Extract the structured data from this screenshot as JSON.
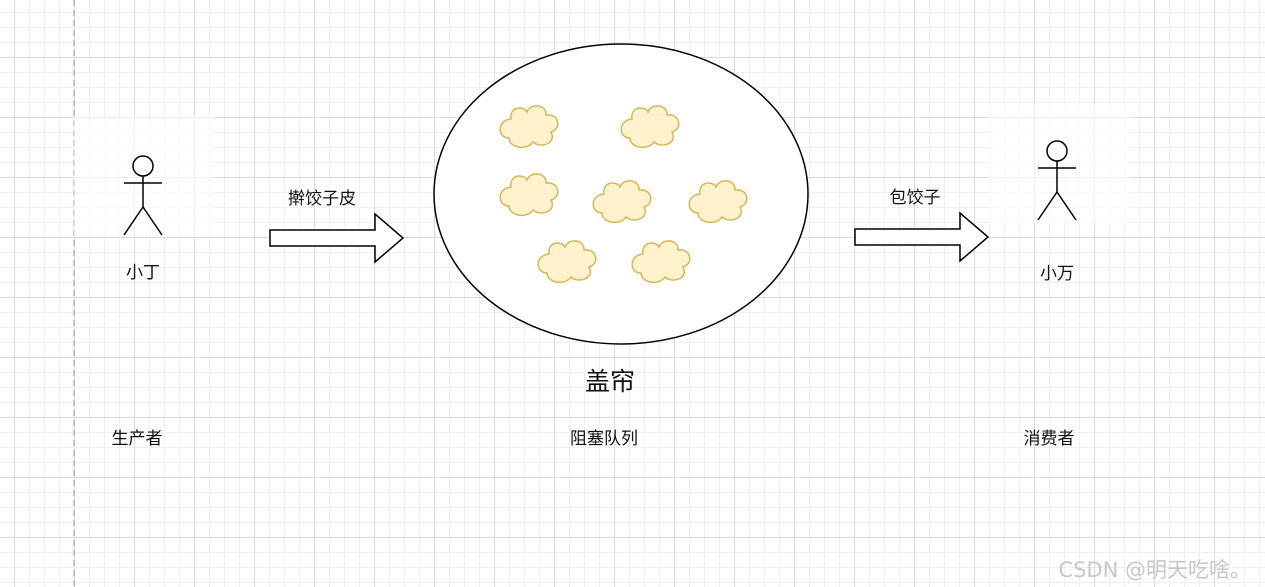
{
  "producer": {
    "name": "小丁",
    "role": "生产者",
    "action": "擀饺子皮"
  },
  "queue": {
    "name": "盖帘",
    "role": "阻塞队列",
    "item_icon": "dumpling-cloud-icon",
    "item_count": 7
  },
  "consumer": {
    "name": "小万",
    "role": "消费者",
    "action": "包饺子"
  },
  "watermark": "CSDN @明天吃啥。",
  "colors": {
    "dumpling_fill": "#fff2cc",
    "dumpling_stroke": "#d6b656",
    "stroke": "#000000"
  }
}
